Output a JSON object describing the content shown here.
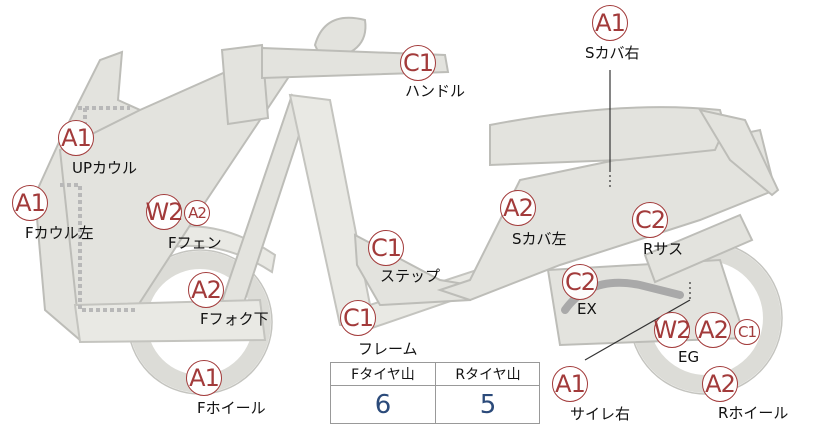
{
  "tread": {
    "front_header": "Fタイヤ山",
    "rear_header": "Rタイヤ山",
    "front_value": "6",
    "rear_value": "5"
  },
  "labels": {
    "s_cover_right": "Sカバ右",
    "handle": "ハンドル",
    "up_cowl": "UPカウル",
    "f_cowl_left": "Fカウル左",
    "f_fender": "Fフェン",
    "step": "ステップ",
    "s_cover_left": "Sカバ左",
    "r_suspension": "Rサス",
    "f_fork_lower": "Fフォク下",
    "frame": "フレーム",
    "exhaust": "EX",
    "engine": "EG",
    "f_wheel": "Fホイール",
    "silencer_right": "サイレ右",
    "r_wheel": "Rホイール"
  },
  "grades": {
    "s_cover_right": "A1",
    "handle": "C1",
    "up_cowl": "A1",
    "f_cowl_left": "A1",
    "f_fender_1": "W2",
    "f_fender_2": "A2",
    "step": "C1",
    "s_cover_left": "A2",
    "r_suspension": "C2",
    "f_fork_lower": "A2",
    "frame": "C1",
    "exhaust": "C2",
    "engine_1": "W2",
    "engine_2": "A2",
    "engine_3": "C1",
    "f_wheel": "A1",
    "silencer_right": "A1",
    "r_wheel": "A2"
  },
  "colors": {
    "badge": "#a23a3a",
    "tread_value": "#2b4a7a"
  }
}
